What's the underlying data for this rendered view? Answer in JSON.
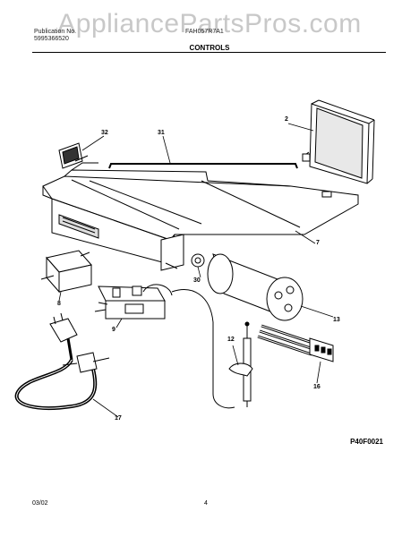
{
  "watermark": "AppliancePartsPros.com",
  "header": {
    "left_line1": "Publication No.",
    "left_line2": "5995366520",
    "right": "FAH057R7A1"
  },
  "title": "CONTROLS",
  "callouts": {
    "c2": "2",
    "c32": "32",
    "c31": "31",
    "c7": "7",
    "c30": "30",
    "c13": "13",
    "c8": "8",
    "c9": "9",
    "c12": "12",
    "c16": "16",
    "c17": "17"
  },
  "diagram_code": "P40F0021",
  "footer": {
    "date": "03/02",
    "page": "4"
  }
}
